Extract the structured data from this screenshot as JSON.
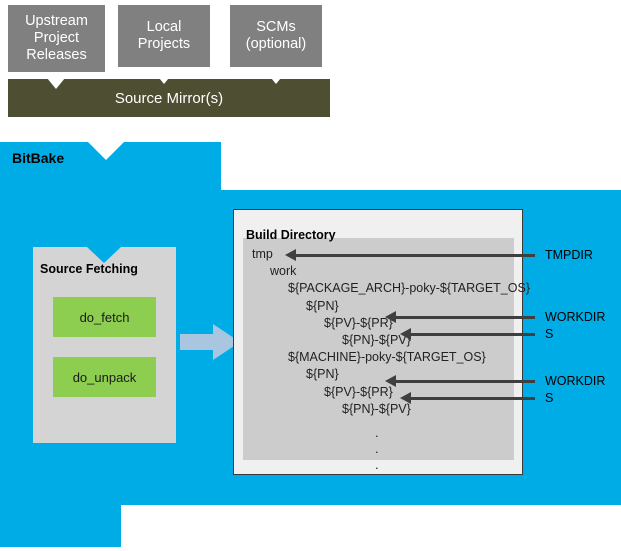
{
  "sources": {
    "boxes": [
      {
        "id": "upstream",
        "label": "Upstream\nProject\nReleases"
      },
      {
        "id": "local",
        "label": "Local\nProjects"
      },
      {
        "id": "scms",
        "label": "SCMs\n(optional)"
      }
    ],
    "mirror_label": "Source Mirror(s)"
  },
  "bitbake": {
    "title": "BitBake",
    "fetch_group": {
      "title": "Source Fetching",
      "tasks": [
        {
          "id": "do-fetch",
          "label": "do_fetch"
        },
        {
          "id": "do-unpack",
          "label": "do_unpack"
        }
      ]
    }
  },
  "build_directory": {
    "title": "Build Directory",
    "tree": [
      {
        "label": "tmp",
        "indent": 0
      },
      {
        "label": "work",
        "indent": 1
      },
      {
        "label": "${PACKAGE_ARCH}-poky-${TARGET_OS}",
        "indent": 2
      },
      {
        "label": "${PN}",
        "indent": 3
      },
      {
        "label": "${PV}-${PR}",
        "indent": 4
      },
      {
        "label": "${PN}-${PV}",
        "indent": 5
      },
      {
        "label": "${MACHINE}-poky-${TARGET_OS}",
        "indent": 2
      },
      {
        "label": "${PN}",
        "indent": 3
      },
      {
        "label": "${PV}-${PR}",
        "indent": 4
      },
      {
        "label": "${PN}-${PV}",
        "indent": 5
      }
    ],
    "ellipsis": [
      ".",
      ".",
      "."
    ]
  },
  "annotations": [
    {
      "id": "tmpdir-1",
      "label": "TMPDIR"
    },
    {
      "id": "workdir-1",
      "label": "WORKDIR"
    },
    {
      "id": "s-1",
      "label": "S"
    },
    {
      "id": "workdir-2",
      "label": "WORKDIR"
    },
    {
      "id": "s-2",
      "label": "S"
    }
  ],
  "colors": {
    "bitbake_blue": "#00ace6",
    "source_gray": "#808080",
    "mirror_olive": "#4e4e33",
    "task_green": "#8dce50",
    "group_gray": "#d4d4d4",
    "tree_gray": "#cccccc",
    "arrow_gray": "#3f3f3f",
    "flow_arrow": "#a8c6e0"
  }
}
